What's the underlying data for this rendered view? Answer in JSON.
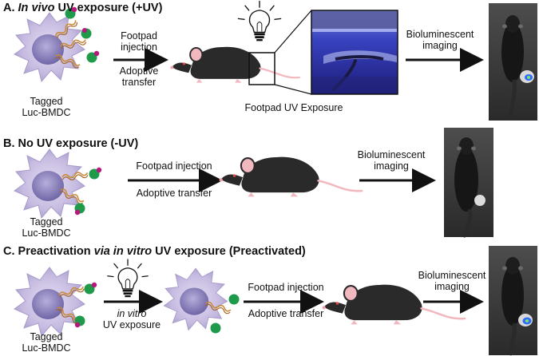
{
  "panels": {
    "a": {
      "header_prefix": "A. ",
      "header_italic": "In vivo",
      "header_suffix": " UV exposure (+UV)",
      "cell_label_1": "Tagged",
      "cell_label_2": "Luc-BMDC",
      "arrow_top": "Footpad",
      "arrow_top_2": "injection",
      "arrow_bottom": "Adoptive",
      "arrow_bottom_2": "transfer",
      "inset_caption": "Footpad UV Exposure",
      "imaging_1": "Bioluminescent",
      "imaging_2": "imaging"
    },
    "b": {
      "header_prefix": "B. ",
      "header_text": "No UV exposure (-UV)",
      "cell_label_1": "Tagged",
      "cell_label_2": "Luc-BMDC",
      "arrow_top": "Footpad injection",
      "arrow_bottom": "Adoptive transfer",
      "imaging_1": "Bioluminescent",
      "imaging_2": "imaging"
    },
    "c": {
      "header_prefix": "C. ",
      "header_text_1": "Preactivation ",
      "header_italic_1": "via in vitro",
      "header_text_2": " UV exposure (Preactivated)",
      "cell_label_1": "Tagged",
      "cell_label_2": "Luc-BMDC",
      "uv_label_italic": "in vitro",
      "uv_label_2": "UV exposure",
      "arrow_top": "Footpad injection",
      "arrow_bottom": "Adoptive transfer",
      "imaging_1": "Bioluminescent",
      "imaging_2": "imaging"
    }
  },
  "colors": {
    "cell_body": "#c9bfe0",
    "cell_nucleus": "#8e86bd",
    "tag_green": "#1f9a4a",
    "tag_magenta": "#b5197b",
    "mouse_body": "#2b2a2a",
    "mouse_ear": "#f2b8c0",
    "uv_blue": "#3b3fb8",
    "signal_blue": "#2d6bff"
  }
}
